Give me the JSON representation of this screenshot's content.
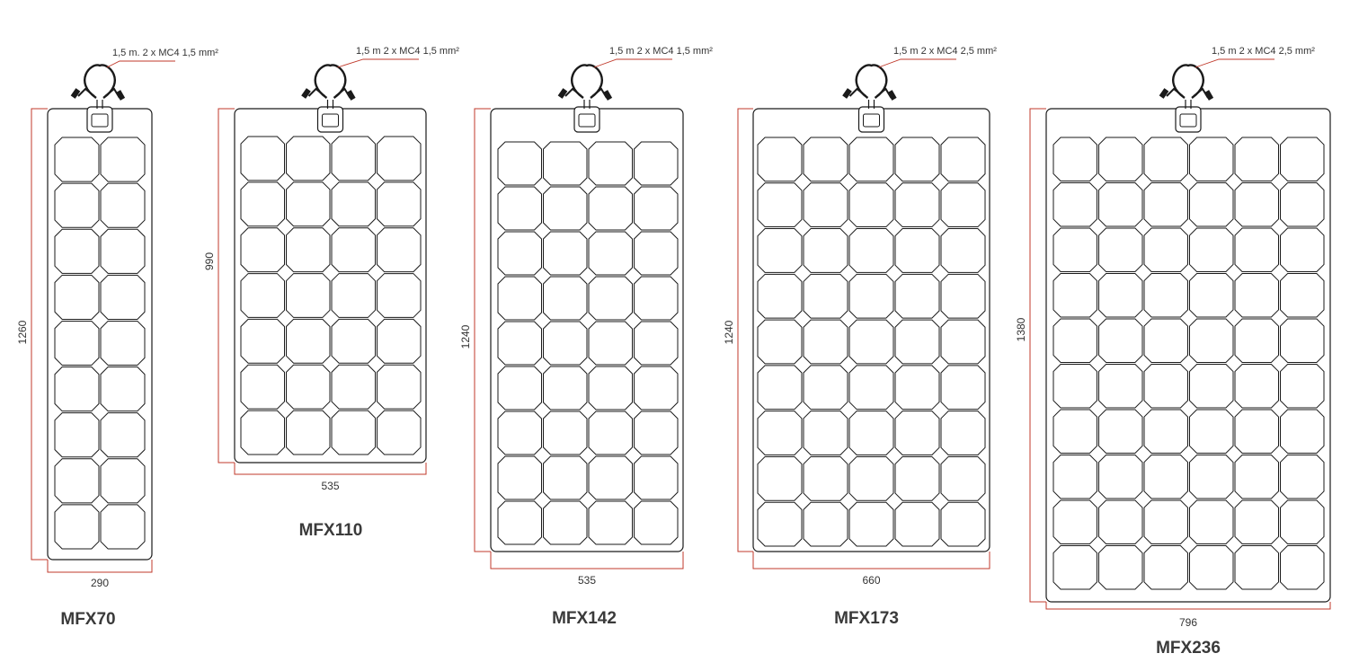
{
  "colors": {
    "outline": "#1a1a1a",
    "dimension": "#c0392b",
    "text": "#333333",
    "model": "#3a3a3a"
  },
  "panels": [
    {
      "model": "MFX70",
      "width": "290",
      "height": "1260",
      "cable": "1,5 m. 2 x MC4 1,5 mm²",
      "cols": 2,
      "rows": 9
    },
    {
      "model": "MFX110",
      "width": "535",
      "height": "990",
      "cable": "1,5 m 2 x MC4 1,5 mm²",
      "cols": 4,
      "rows": 7
    },
    {
      "model": "MFX142",
      "width": "535",
      "height": "1240",
      "cable": "1,5 m 2 x MC4 1,5 mm²",
      "cols": 4,
      "rows": 9
    },
    {
      "model": "MFX173",
      "width": "660",
      "height": "1240",
      "cable": "1,5 m 2 x MC4 2,5 mm²",
      "cols": 5,
      "rows": 9
    },
    {
      "model": "MFX236",
      "width": "796",
      "height": "1380",
      "cable": "1,5 m 2 x MC4 2,5 mm²",
      "cols": 6,
      "rows": 10
    }
  ]
}
